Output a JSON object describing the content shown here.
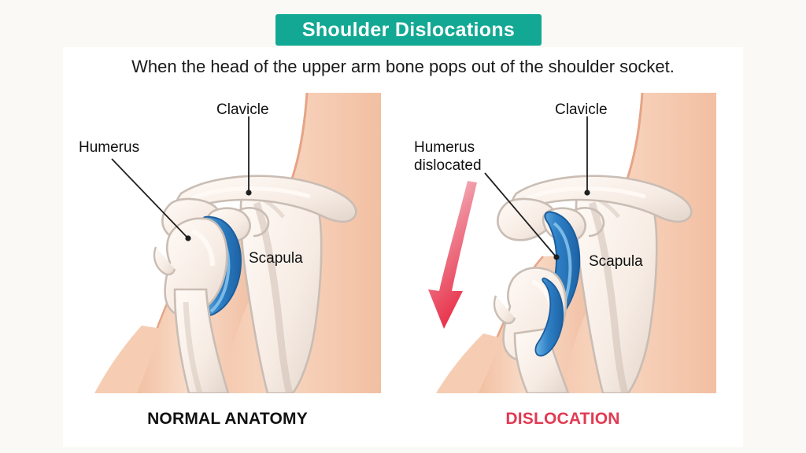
{
  "header": {
    "title": "Shoulder Dislocations",
    "banner_color": "#12a894",
    "subtitle": "When the head of the upper arm bone pops out of the shoulder socket."
  },
  "panels": [
    {
      "id": "normal",
      "caption": "NORMAL ANATOMY",
      "caption_color": "#111111",
      "labels": {
        "humerus": "Humerus",
        "clavicle": "Clavicle",
        "scapula": "Scapula"
      }
    },
    {
      "id": "dislocation",
      "caption": "DISLOCATION",
      "caption_color": "#e23a52",
      "labels": {
        "humerus_line1": "Humerus",
        "humerus_line2": "dislocated",
        "clavicle": "Clavicle",
        "scapula": "Scapula"
      },
      "arrow": {
        "name": "downward-displacement-arrow",
        "color": "#e8314a",
        "direction": "down"
      }
    }
  ],
  "palette": {
    "background": "#faf9f6",
    "card": "#ffffff",
    "skin": "#f6cdb3",
    "skin_light": "#fadecb",
    "skin_outline": "#e8a98d",
    "bone": "#fdf4ef",
    "bone_shadow": "#cfc4bc",
    "bone_outline": "#c9bdb4",
    "cartilage_blue": "#2b7fc4",
    "cartilage_blue_light": "#5aa8dd",
    "leader_line": "#1f1f1f",
    "text": "#111111"
  }
}
